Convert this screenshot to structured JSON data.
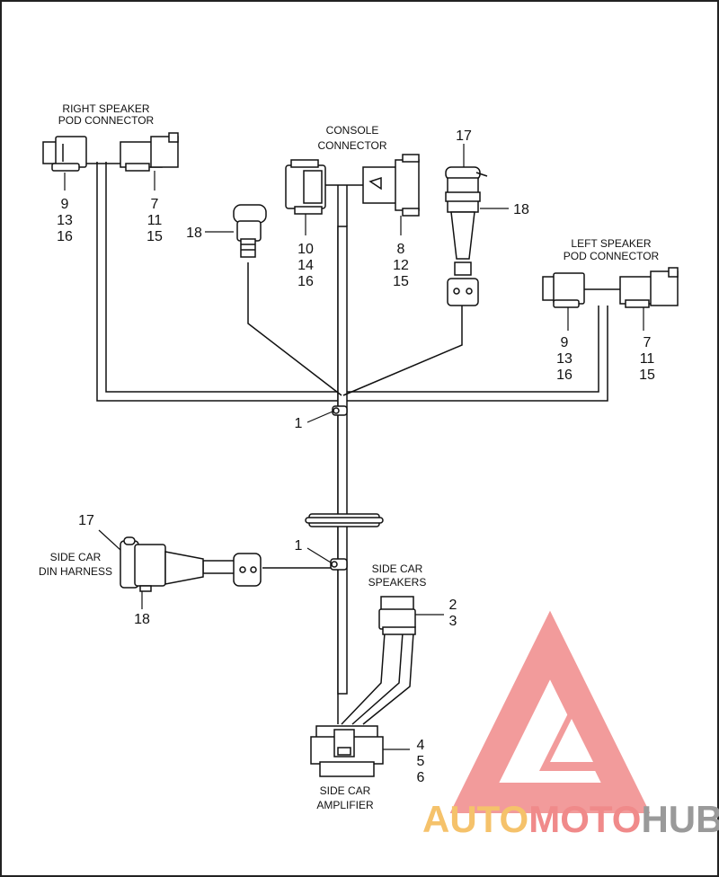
{
  "labels": {
    "right_speaker_line1": "RIGHT SPEAKER",
    "right_speaker_line2": "POD CONNECTOR",
    "console_line1": "CONSOLE",
    "console_line2": "CONNECTOR",
    "left_speaker_line1": "LEFT SPEAKER",
    "left_speaker_line2": "POD CONNECTOR",
    "side_car_din_line1": "SIDE CAR",
    "side_car_din_line2": "DIN HARNESS",
    "side_car_speakers_line1": "SIDE CAR",
    "side_car_speakers_line2": "SPEAKERS",
    "side_car_amp_line1": "SIDE CAR",
    "side_car_amp_line2": "AMPLIFIER"
  },
  "callouts": {
    "rs_left": [
      "9",
      "13",
      "16"
    ],
    "rs_right": [
      "7",
      "11",
      "15"
    ],
    "console_left": [
      "10",
      "14",
      "16"
    ],
    "console_right": [
      "8",
      "12",
      "15"
    ],
    "ls_left": [
      "9",
      "13",
      "16"
    ],
    "ls_right": [
      "7",
      "11",
      "15"
    ],
    "amp": [
      "4",
      "5",
      "6"
    ],
    "speakers": [
      "2",
      "3"
    ],
    "clip_upper": "1",
    "clip_lower": "1",
    "antenna_top_17": "17",
    "antenna_top_18": "18",
    "antenna_left_18": "18",
    "din_17": "17",
    "din_18": "18"
  },
  "watermark": {
    "part1": "AUTO",
    "part2": "MOTO",
    "part3": "HUB",
    "color1": "#f5c26b",
    "color2": "#f08a8a",
    "color3": "#9a9a9a",
    "logo_color": "#f08a8a"
  }
}
